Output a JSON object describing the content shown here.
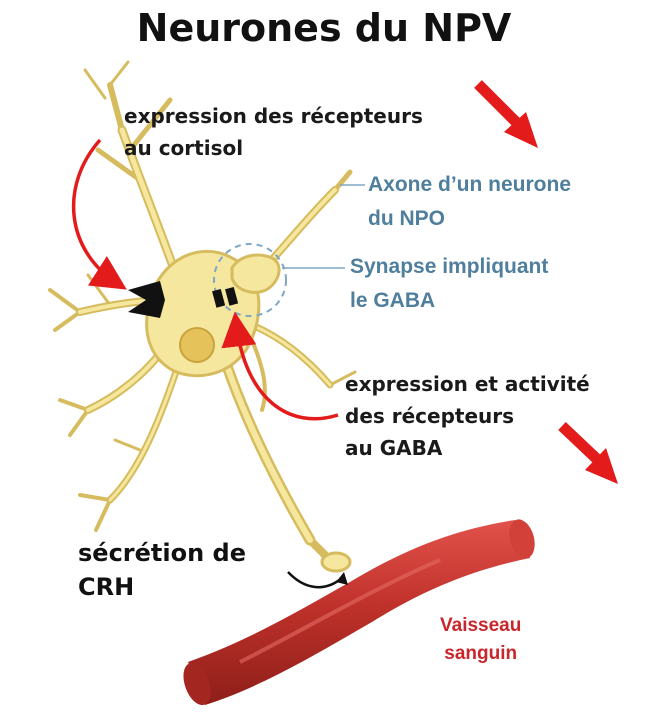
{
  "title": "Neurones du NPV",
  "labels": {
    "cortisol_receptors": [
      "expression des récepteurs",
      "au cortisol"
    ],
    "axon": [
      "Axone d’un neurone",
      "du NPO"
    ],
    "synapse": [
      "Synapse impliquant",
      "le GABA"
    ],
    "gaba_receptors": [
      "expression et activité",
      "des récepteurs",
      "au GABA"
    ],
    "secretion": [
      "sécrétion de",
      "CRH"
    ],
    "vessel": [
      "Vaisseau",
      "sanguin"
    ]
  },
  "colors": {
    "neuron_fill": "#f6e79f",
    "neuron_stroke": "#d6bc5e",
    "nucleus": "#e6c25a",
    "vessel": "#c0322b",
    "arrow_red": "#e31b1b",
    "label_blue": "#4f7f9c",
    "label_red": "#c8262b"
  },
  "icons": {
    "decrease_arrows": "red-diagonal-down-arrow",
    "cortisol_receptor": "black-chevron-receptor",
    "gaba_receptor": "black-bar-receptor"
  }
}
